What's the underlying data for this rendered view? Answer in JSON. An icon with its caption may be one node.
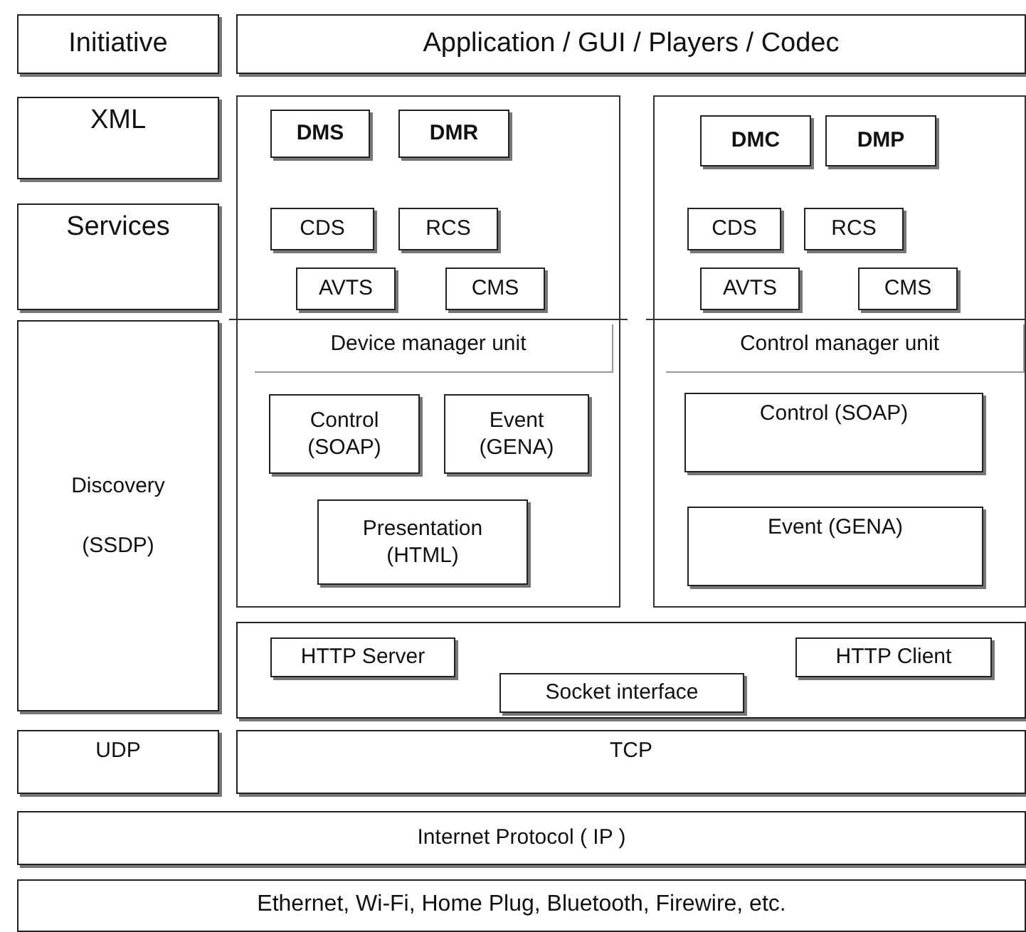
{
  "diagram": {
    "nodes": [
      {
        "text": [
          "Initiative"
        ]
      },
      {
        "text": [
          "Application / GUI / Players / Codec"
        ]
      },
      {
        "text": [
          "XML"
        ]
      },
      {
        "text": [
          "Services"
        ]
      },
      {
        "text": [
          "Discovery",
          "(SSDP)"
        ]
      },
      {
        "text": [
          "Device manager unit"
        ]
      },
      {
        "text": [
          "DMS"
        ],
        "in": 5
      },
      {
        "text": [
          "DMR"
        ],
        "in": 5
      },
      {
        "text": [
          "CDS"
        ],
        "in": 5
      },
      {
        "text": [
          "RCS"
        ],
        "in": 5
      },
      {
        "text": [
          "AVTS"
        ],
        "in": 5
      },
      {
        "text": [
          "CMS"
        ],
        "in": 5
      },
      {
        "text": [
          "Control (SOAP)"
        ],
        "in": 5
      },
      {
        "text": [
          "Event (GENA)"
        ],
        "in": 5
      },
      {
        "text": [
          "Presentation (HTML)"
        ],
        "in": 5
      },
      {
        "text": [
          "Control manager unit"
        ]
      },
      {
        "text": [
          "DMC"
        ],
        "in": 15
      },
      {
        "text": [
          "DMP"
        ],
        "in": 15
      },
      {
        "text": [
          "CDS"
        ],
        "in": 15
      },
      {
        "text": [
          "RCS"
        ],
        "in": 15
      },
      {
        "text": [
          "AVTS"
        ],
        "in": 15
      },
      {
        "text": [
          "CMS"
        ],
        "in": 15
      },
      {
        "text": [
          "Control (SOAP)"
        ],
        "in": 15
      },
      {
        "text": [
          "Event (GENA)"
        ],
        "in": 15
      },
      {
        "text": [],
        "shape": "box"
      },
      {
        "text": [
          "HTTP Server"
        ],
        "in": 24
      },
      {
        "text": [
          "HTTP Client"
        ],
        "in": 24
      },
      {
        "text": [
          "Socket interface"
        ],
        "in": 24
      },
      {
        "text": [
          "UDP"
        ]
      },
      {
        "text": [
          "TCP"
        ]
      },
      {
        "text": [
          "Internet Protocol ( IP )"
        ]
      },
      {
        "text": [
          "Ethernet, Wi-Fi, Home Plug, Bluetooth, Firewire, etc."
        ]
      }
    ]
  }
}
